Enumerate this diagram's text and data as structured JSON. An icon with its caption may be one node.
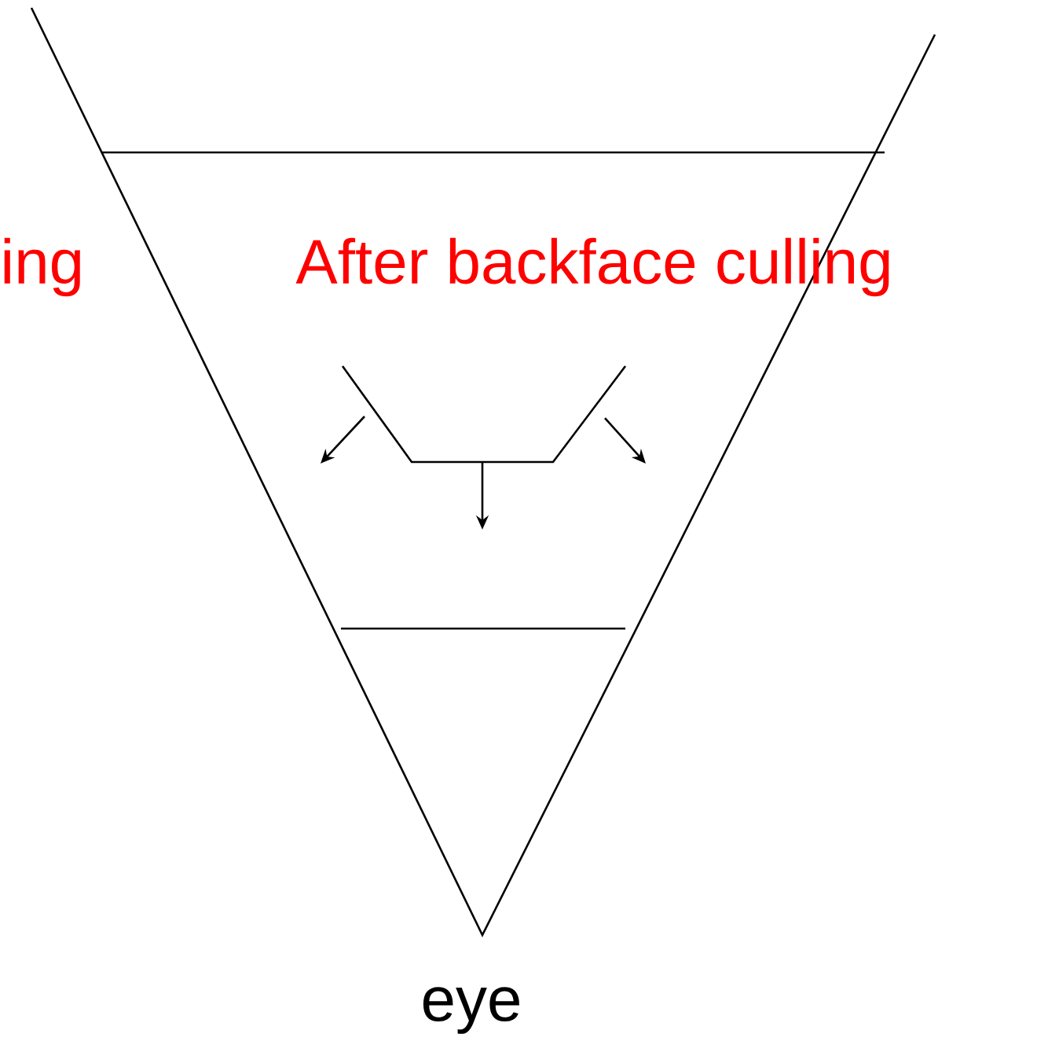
{
  "diagram": {
    "labels": [
      "ing",
      "After backface culling",
      "eye"
    ]
  }
}
